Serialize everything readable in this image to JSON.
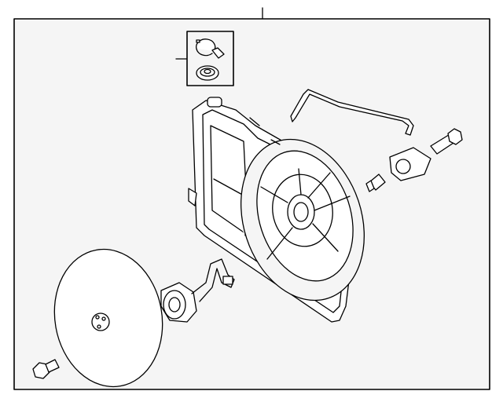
{
  "diagram": {
    "colors": {
      "background": "#f5f5f5",
      "stroke": "#000000",
      "part_fill": "#ffffff"
    },
    "parts": [
      "fan-shroud-assembly",
      "cap",
      "seal-ring",
      "wire-harness",
      "resistor",
      "bolt",
      "clip",
      "fan-blade",
      "fan-motor",
      "motor-bolt"
    ]
  }
}
